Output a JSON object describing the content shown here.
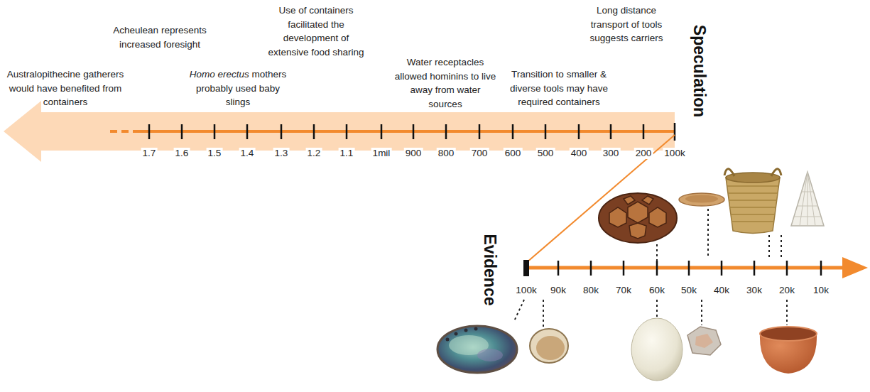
{
  "diagram": {
    "labels": [
      "Australopithecine gatherers would have benefited from containers",
      "Homo erectus mothers probably used baby slings",
      "Acheulean represents increased foresight",
      "Use of containers facilitated the development of extensive food sharing",
      "Water receptacles allowed hominins to live away from water sources",
      "Transition to smaller & diverse tools may have required containers",
      "Long distance transport of tools suggests carriers",
      "Speculation",
      "Evidence",
      "1.7",
      "1.6",
      "1.5",
      "1.4",
      "1.3",
      "1.2",
      "1.1",
      "1mil",
      "900",
      "800",
      "700",
      "600",
      "500",
      "400",
      "300",
      "200",
      "100k",
      "100k",
      "90k",
      "80k",
      "70k",
      "60k",
      "50k",
      "40k",
      "30k",
      "20k",
      "10k"
    ]
  }
}
